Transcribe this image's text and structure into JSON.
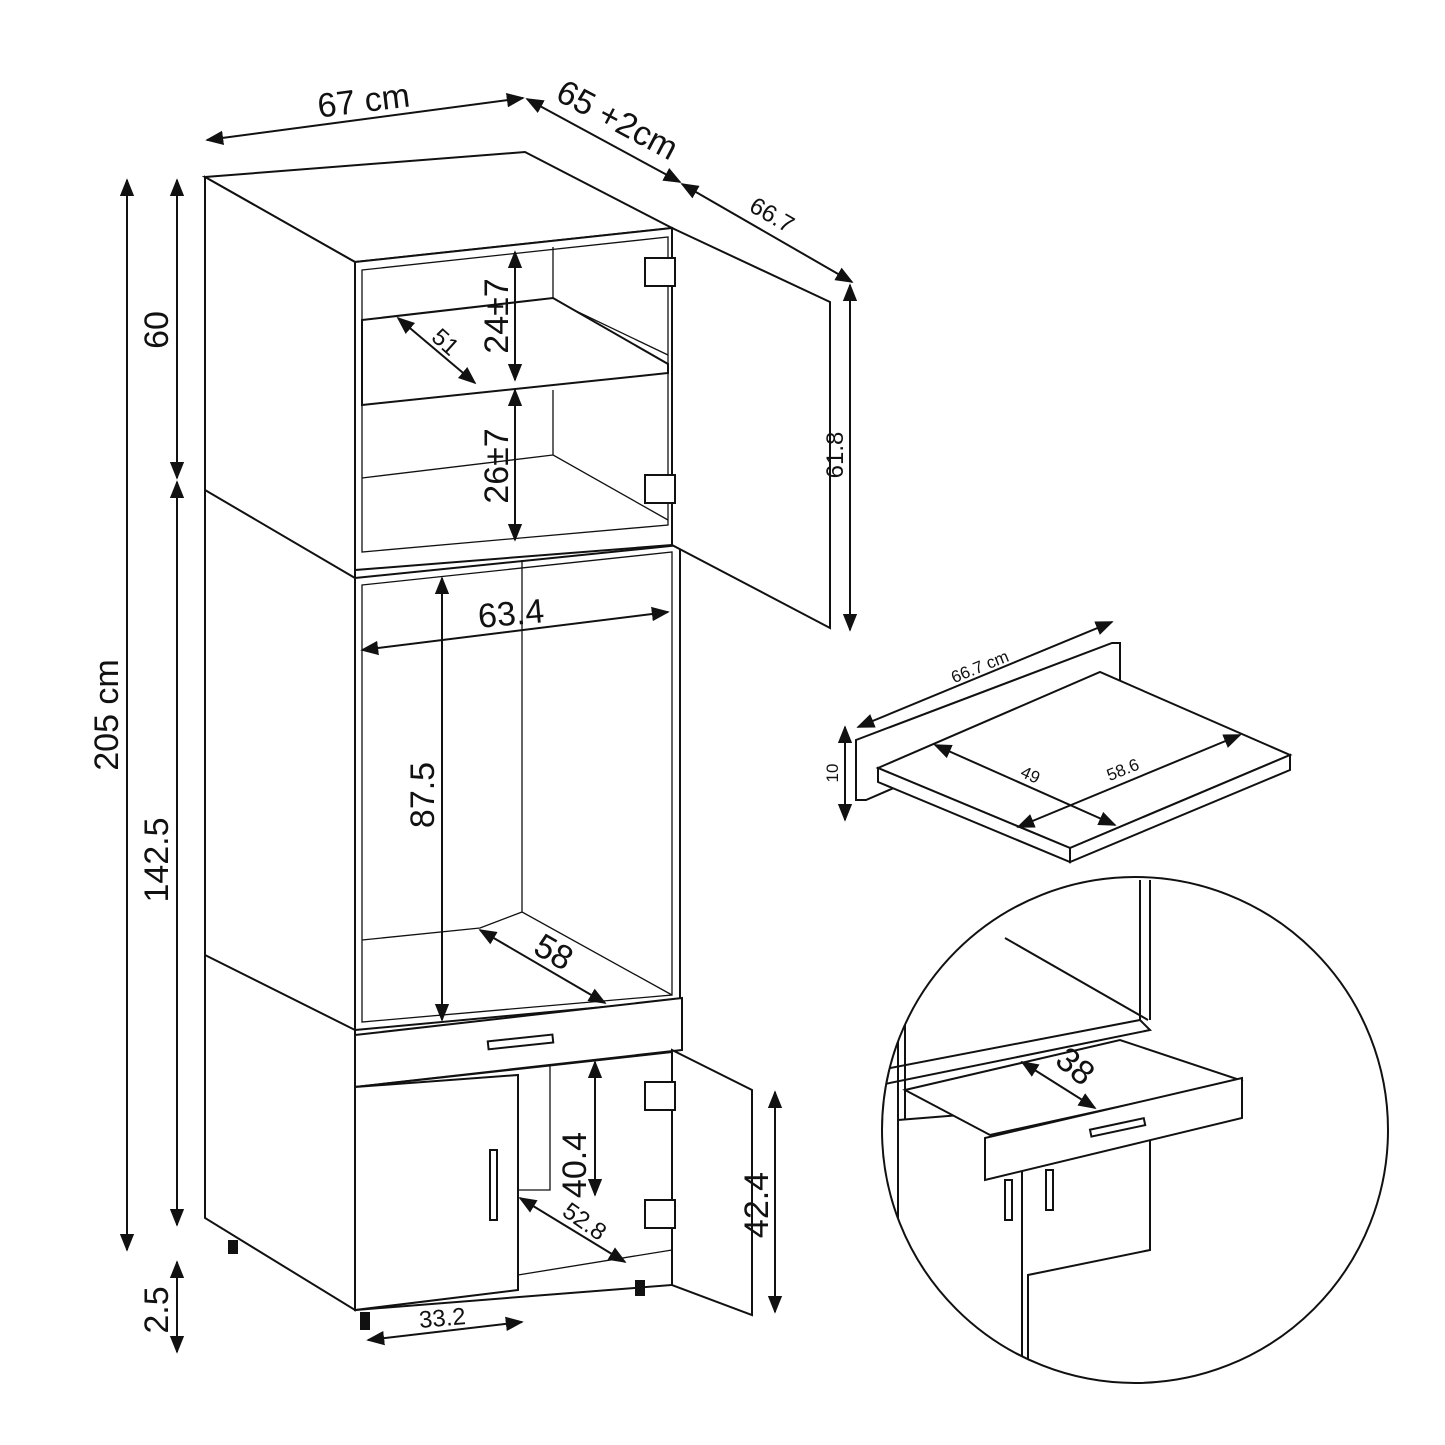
{
  "dimensions": {
    "width_top": "67 cm",
    "depth_top": "65 +2cm",
    "door_depth": "66.7",
    "total_height": "205 cm",
    "upper_height": "60",
    "lower_height": "142.5",
    "leg_height": "2.5",
    "upper_shelf_gap": "24±7",
    "upper_shelf_depth": "51",
    "lower_shelf_gap": "26±7",
    "upper_door_height": "61.8",
    "niche_width": "63.4",
    "niche_height": "87.5",
    "niche_depth": "58",
    "lower_inner_height": "40.4",
    "lower_inner_depth": "52.8",
    "lower_door_height": "42.4",
    "lower_door_width": "33.2"
  },
  "shelf_detail": {
    "width": "66.7 cm",
    "height": "10",
    "depth": "49",
    "inner_width": "58.6"
  },
  "drawer_detail": {
    "extension": "38"
  }
}
